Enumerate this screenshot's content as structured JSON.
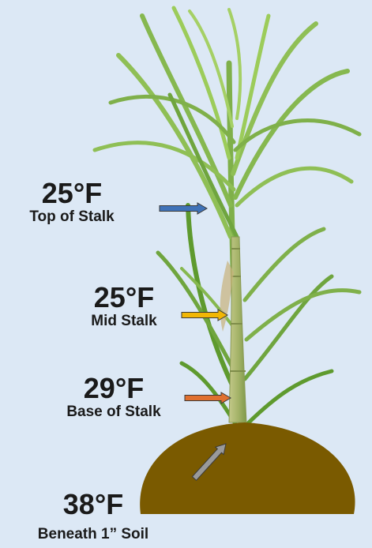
{
  "diagram": {
    "background_color": "#dce8f5",
    "soil_color": "#7a5a00",
    "leaf_color": "#8bbf4e",
    "stalk_color": "#a9b86a",
    "readings": [
      {
        "temperature": "25°F",
        "location": "Top of Stalk",
        "arrow_color": "#3f72b8"
      },
      {
        "temperature": "25°F",
        "location": "Mid Stalk",
        "arrow_color": "#f2b705"
      },
      {
        "temperature": "29°F",
        "location": "Base of Stalk",
        "arrow_color": "#e07030"
      },
      {
        "temperature": "38°F",
        "location": "Beneath 1” Soil",
        "arrow_color": "#9a9a9a"
      }
    ]
  }
}
